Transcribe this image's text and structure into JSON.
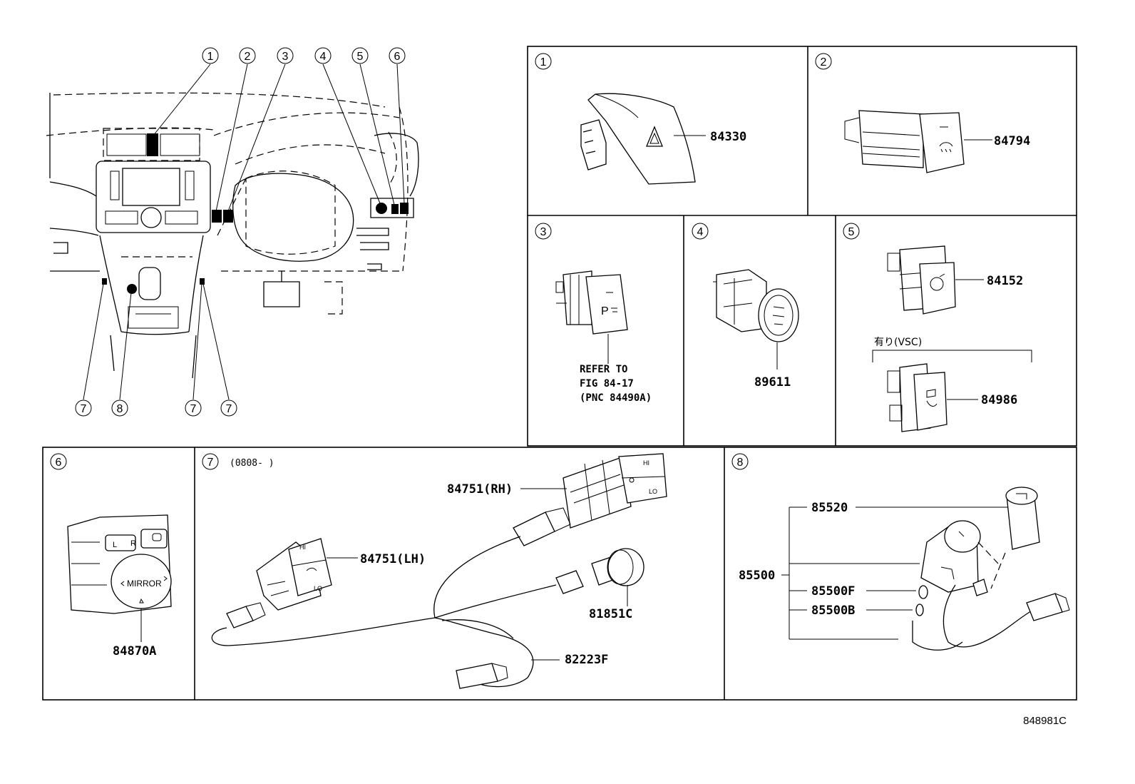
{
  "callouts": [
    "1",
    "2",
    "3",
    "4",
    "5",
    "6",
    "7",
    "8"
  ],
  "panels": {
    "p1": {
      "num": "1",
      "parts": [
        "84330"
      ]
    },
    "p2": {
      "num": "2",
      "parts": [
        "84794"
      ]
    },
    "p3": {
      "num": "3",
      "refer": [
        "REFER TO",
        "FIG 84-17",
        "(PNC 84490A)"
      ]
    },
    "p4": {
      "num": "4",
      "parts": [
        "89611"
      ]
    },
    "p5": {
      "num": "5",
      "parts": [
        "84152",
        "84986"
      ],
      "option_label": "有り(VSC)"
    },
    "p6": {
      "num": "6",
      "parts": [
        "84870A"
      ],
      "mirror_text": "MIRROR",
      "btn_l": "L",
      "btn_r": "R"
    },
    "p7": {
      "num": "7",
      "date_range": "(0808-      )",
      "parts": [
        "84751(RH)",
        "84751(LH)",
        "81851C",
        "82223F"
      ],
      "hi": "HI",
      "lo": "LO"
    },
    "p8": {
      "num": "8",
      "parts": [
        "85520",
        "85500",
        "85500F",
        "85500B"
      ]
    }
  },
  "figure_id": "848981C"
}
